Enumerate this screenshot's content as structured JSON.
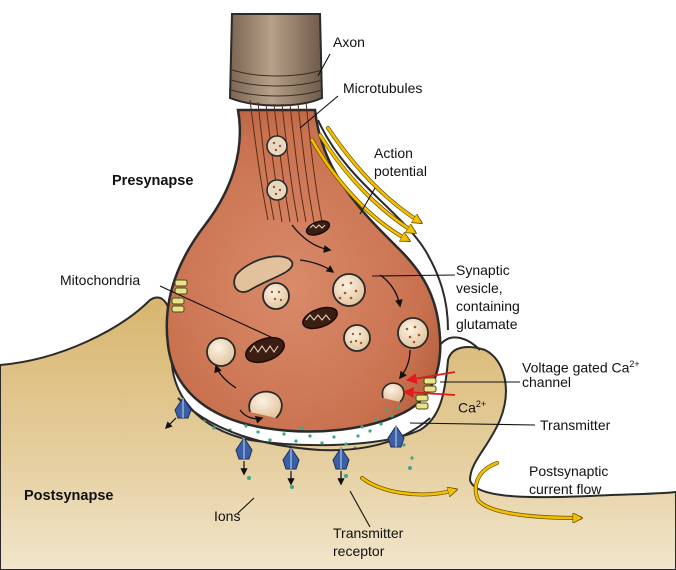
{
  "labels": {
    "axon": "Axon",
    "microtubules": "Microtubules",
    "action_potential_1": "Action",
    "action_potential_2": "potential",
    "presynapse": "Presynapse",
    "synaptic_vesicle_1": "Synaptic",
    "synaptic_vesicle_2": "vesicle,",
    "synaptic_vesicle_3": "containing",
    "synaptic_vesicle_4": "glutamate",
    "mitochondria": "Mitochondria",
    "voltage_gated_1": "Voltage gated Ca",
    "voltage_gated_sup": "2+",
    "voltage_gated_2": "channel",
    "calcium": "Ca",
    "calcium_sup": "2+",
    "transmitter": "Transmitter",
    "postsynaptic_flow_1": "Postsynaptic",
    "postsynaptic_flow_2": "current flow",
    "postsynapse": "Postsynapse",
    "ions": "Ions",
    "receptor_1": "Transmitter",
    "receptor_2": "receptor"
  },
  "colors": {
    "presynapse_fill": "#cf7d5d",
    "postsynapse_fill": "#d5b066",
    "vesicle_fill": "#f0dcc0",
    "action_potential_arrow": "#f2c000",
    "ca_arrow": "#e21a1a",
    "receptor": "#3b5fa6",
    "transmitter_dot": "#3aa88a"
  }
}
